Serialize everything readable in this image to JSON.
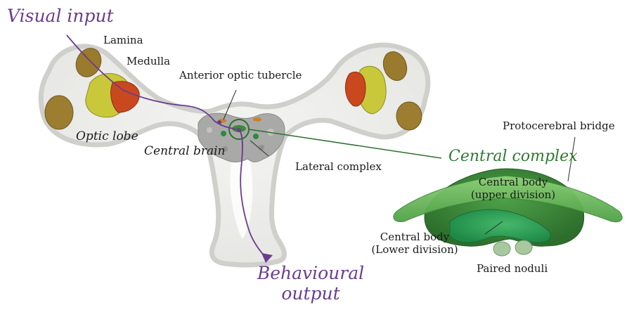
{
  "labels": {
    "visual_input": "Visual input",
    "lamina": "Lamina",
    "medulla": "Medulla",
    "anterior_optic_tubercle": "Anterior optic tubercle",
    "optic_lobe": "Optic lobe",
    "central_brain": "Central brain",
    "lateral_complex": "Lateral complex",
    "central_complex": "Central complex",
    "protocerebral_bridge": "Protocerebral bridge",
    "cb_upper_1": "Central body",
    "cb_upper_2": "(upper division)",
    "cb_lower_1": "Central body",
    "cb_lower_2": "(Lower division)",
    "paired_noduli": "Paired noduli",
    "behavioural": "Behavioural",
    "output": "output"
  },
  "colors": {
    "brain_outline": "#c8c8c8",
    "brain_fill": "#eeeeec",
    "lamina": "#9a7a2c",
    "medulla": "#c9c83a",
    "lobula": "#c9481e",
    "central_grey": "#a9aaa8",
    "pathway": "#6a3d8f",
    "cx_green": "#3d8a3a",
    "cx_light": "#6bc15a",
    "cx_dark": "#2e7030",
    "label_green": "#2e7a32"
  }
}
